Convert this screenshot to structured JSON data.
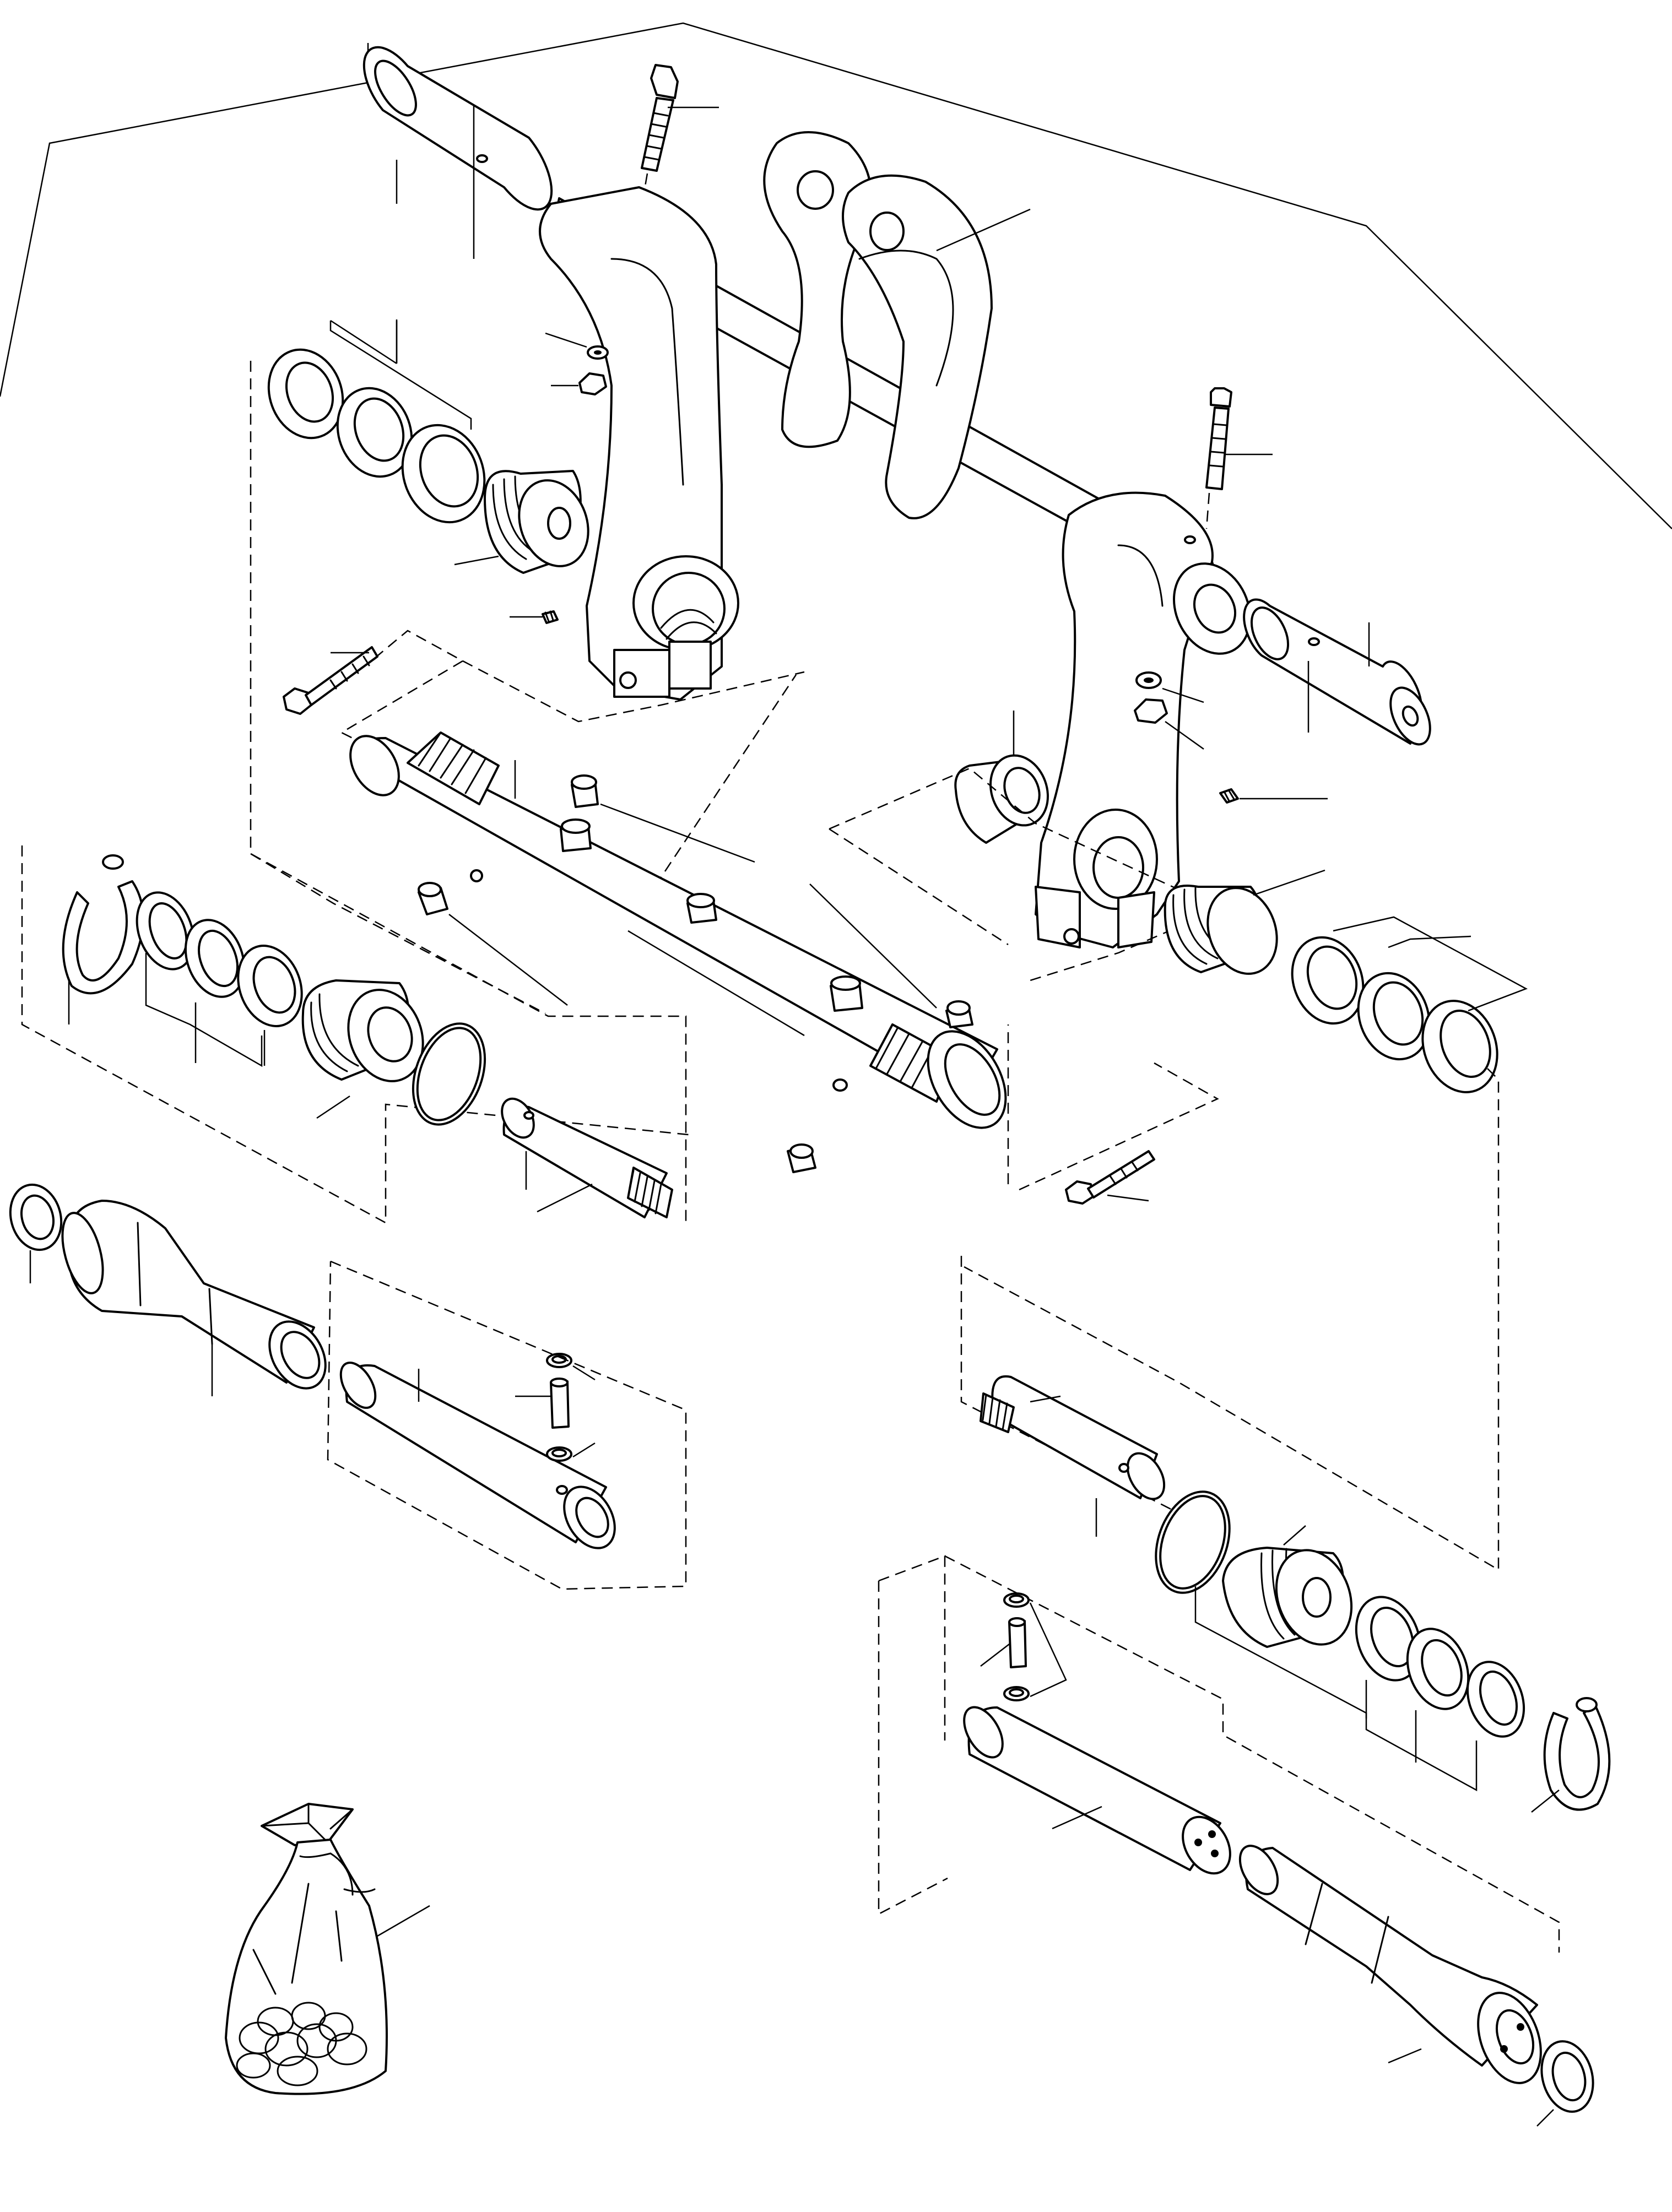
{
  "figure": {
    "type": "exploded parts diagram (line drawing)",
    "callout_numbers_visible": false,
    "line_color": "#000000",
    "background_color": "#ffffff"
  },
  "groups": [
    {
      "name": "rocker-arm-assembly",
      "parts": [
        "shaft-pin-left",
        "bolt-top-left",
        "rocker-arm-left",
        "rocker-arm-center",
        "rocker-arm-right",
        "bolt-top-right",
        "shaft-pin-right",
        "washer-left",
        "nut-left",
        "washer-right",
        "nut-right"
      ]
    },
    {
      "name": "upper-left-bearing-stack",
      "parts": [
        "seal-ring",
        "bushing-ring",
        "bearing-cup",
        "bearing-insert",
        "set-screw"
      ]
    },
    {
      "name": "cross-tube",
      "parts": [
        "cross-tube",
        "lube-fittings",
        "bolt-long"
      ]
    },
    {
      "name": "left-bearing-stack",
      "parts": [
        "circlip",
        "seal-ring",
        "thrust-ring",
        "bushing",
        "bearing-insert",
        "o-ring",
        "stud"
      ]
    },
    {
      "name": "left-pin-assembly",
      "parts": [
        "thrust-washer",
        "stepped-pin",
        "clevis-pin",
        "spring-pin",
        "retaining-washers"
      ]
    },
    {
      "name": "right-bearing-stack",
      "parts": [
        "stud",
        "o-ring",
        "bearing-insert",
        "bushing",
        "thrust-ring",
        "seal-ring",
        "circlip"
      ]
    },
    {
      "name": "right-pin-assembly",
      "parts": [
        "clevis-pin",
        "spring-pin",
        "retaining-washers",
        "stepped-pin",
        "thrust-washer"
      ]
    },
    {
      "name": "hardware-bag",
      "parts": [
        "small-parts-bag"
      ]
    }
  ]
}
